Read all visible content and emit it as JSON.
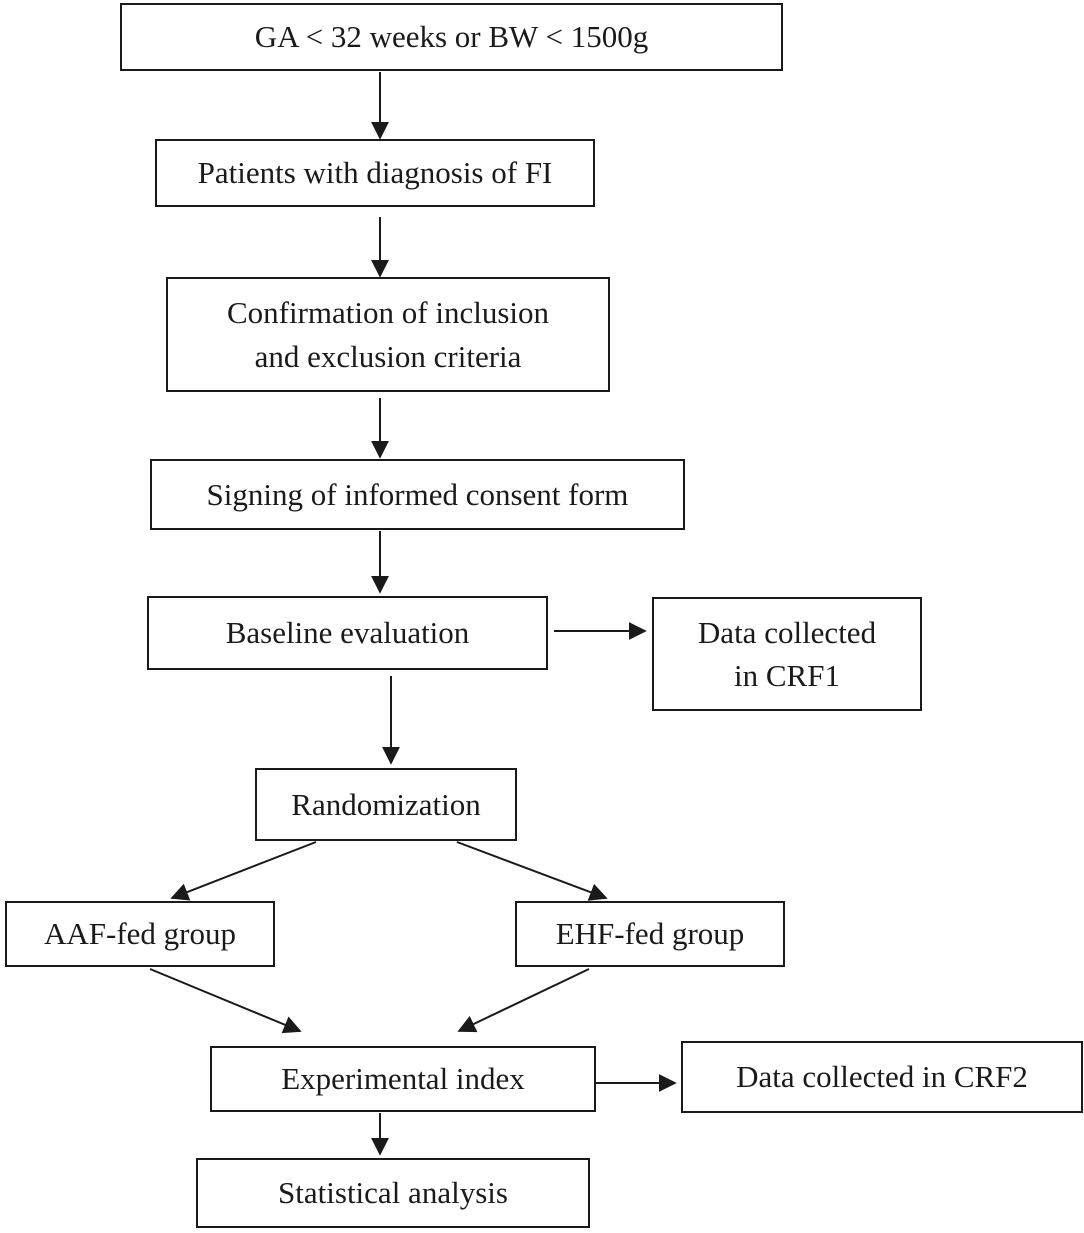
{
  "flowchart": {
    "nodes": {
      "eligibility": "GA < 32 weeks or BW < 1500g",
      "diagnosis": "Patients with diagnosis of FI",
      "criteria_line1": "Confirmation of inclusion",
      "criteria_line2": "and exclusion criteria",
      "consent": "Signing of informed consent form",
      "baseline": "Baseline evaluation",
      "crf1_line1": "Data collected",
      "crf1_line2": "in CRF1",
      "randomization": "Randomization",
      "aaf_group": "AAF-fed group",
      "ehf_group": "EHF-fed group",
      "experimental": "Experimental index",
      "crf2": "Data collected in CRF2",
      "analysis": "Statistical analysis"
    },
    "colors": {
      "stroke": "#1a1a1a",
      "background": "#ffffff"
    }
  }
}
